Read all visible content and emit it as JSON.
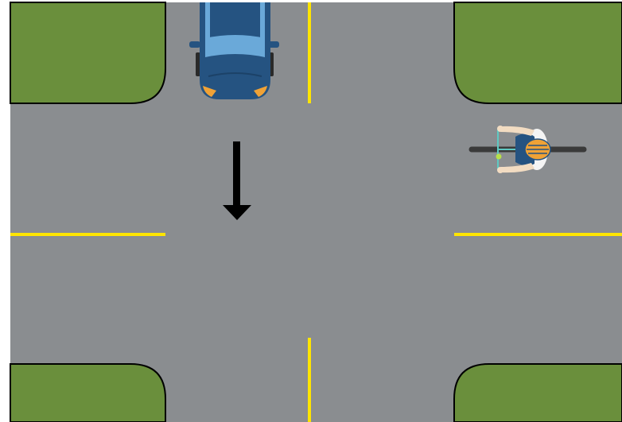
{
  "scene": {
    "type": "top-down road intersection",
    "road_color": "#8a8d90",
    "grass_color": "#6a8f3c",
    "curb_color": "#000000",
    "lane_line_color": "#ffe500"
  },
  "car": {
    "icon": "car-top-view-icon",
    "body_color": "#255381",
    "window_color": "#6aa9d9",
    "light_color": "#f0a236"
  },
  "direction_arrow": {
    "icon": "arrow-down-icon",
    "color": "#000000",
    "direction": "down"
  },
  "cyclist": {
    "icon": "cyclist-top-view-icon",
    "helmet_color": "#f0a236",
    "shirt_color": "#255381",
    "skin_color": "#f2dcc2",
    "bike_color": "#3a3a3a",
    "facing": "left"
  }
}
